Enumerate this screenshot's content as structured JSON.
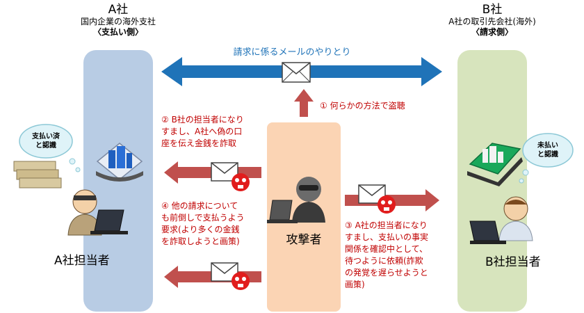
{
  "company_a": {
    "name": "A社",
    "desc": "国内企業の海外支社",
    "role": "〈支払い側〉",
    "person": "A社担当者",
    "bubble": "支払い済\nと認識"
  },
  "company_b": {
    "name": "B社",
    "desc": "A社の取引先会社(海外)",
    "role": "〈請求側〉",
    "person": "B社担当者",
    "bubble": "未払い\nと認識"
  },
  "attacker": {
    "label": "攻撃者"
  },
  "flow_label": "請求に係るメールのやりとり",
  "steps": {
    "step1": "① 何らかの方法で盗聴",
    "step2": "② B社の担当者になり\nすまし、A社へ偽の口\n座を伝え金銭を詐取",
    "step3": "③ A社の担当者になり\nすまし、支払いの事実\n関係を確認中として、\n待つように依頼(詐欺\nの発覚を遅らせようと\n画策)",
    "step4": "④ 他の請求について\nも前倒しで支払うよう\n要求(より多くの金銭\nを詐取しようと画策)"
  },
  "colors": {
    "company_a_bg": "#b8cce4",
    "company_b_bg": "#d7e4bd",
    "attacker_bg": "#fbd4b4",
    "blue_arrow": "#1f73b8",
    "red_arrow": "#c0504d",
    "red_text": "#c00000"
  }
}
